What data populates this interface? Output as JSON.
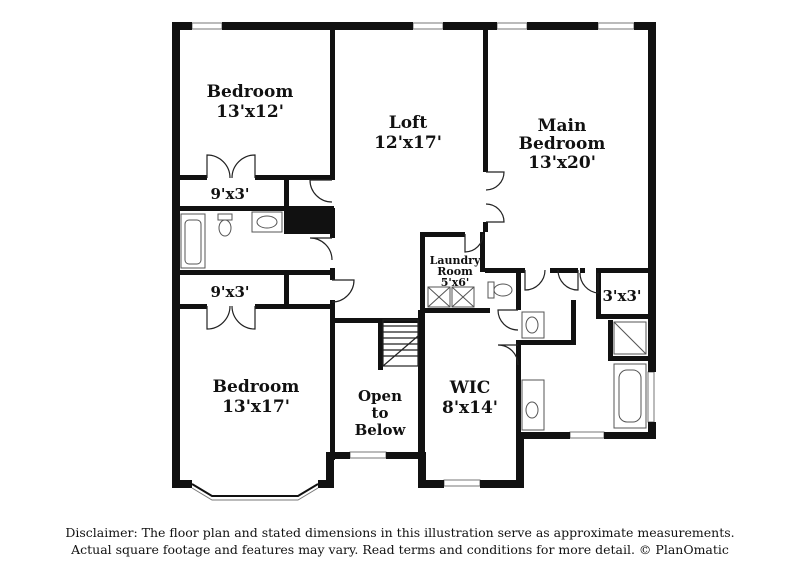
{
  "rooms": {
    "bedroom_top": {
      "name": "Bedroom",
      "size": "13'x12'"
    },
    "loft": {
      "name": "Loft",
      "size": "12'x17'"
    },
    "main_bedroom": {
      "name_line1": "Main",
      "name_line2": "Bedroom",
      "size": "13'x20'"
    },
    "closet_top": {
      "size": "9'x3'"
    },
    "closet_mid": {
      "size": "9'x3'"
    },
    "bedroom_bottom": {
      "name": "Bedroom",
      "size": "13'x17'"
    },
    "laundry": {
      "name_line1": "Laundry",
      "name_line2": "Room",
      "size": "5'x6'"
    },
    "closet_main": {
      "size": "3'x3'"
    },
    "open_below": {
      "line1": "Open",
      "line2": "to",
      "line3": "Below"
    },
    "wic": {
      "name": "WIC",
      "size": "8'x14'"
    }
  },
  "disclaimer": {
    "line1": "Disclaimer: The floor plan and stated dimensions in this illustration serve as approximate measurements.",
    "line2": "Actual square footage and features may vary. Read terms and conditions for more detail. © PlanOmatic"
  },
  "colors": {
    "wall": "#111111",
    "background": "#ffffff"
  }
}
